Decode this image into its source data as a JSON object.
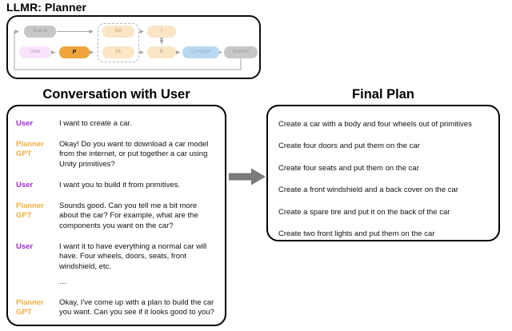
{
  "figure": {
    "title": "LLMR: Planner"
  },
  "diagram": {
    "nodes": {
      "scene": "Scene",
      "user": "User",
      "planner": "P",
      "scene_analyzer": "SA",
      "skill_library": "SL",
      "inspector": "I",
      "builder": "B",
      "compiler": "Compiler",
      "scene_new": "Scene*"
    }
  },
  "conversation": {
    "heading": "Conversation with User",
    "messages": [
      {
        "speaker": "User",
        "text": "I want to create a car."
      },
      {
        "speaker": "Planner GPT",
        "text": "Okay! Do you want to download a car model from the internet, or put together a car using Unity primitives?"
      },
      {
        "speaker": "User",
        "text": "I want you to build it from primitives."
      },
      {
        "speaker": "Planner GPT",
        "text": "Sounds good. Can you tell me a bit more about the car? For example, what are the components you want on the car?"
      },
      {
        "speaker": "User",
        "text": "I want it to have everything a normal car will have. Four wheels, doors, seats, front windshield, etc.",
        "ellipsis": "…"
      },
      {
        "speaker": "Planner GPT",
        "text": "Okay, I've come up with a plan to build the car you want. Can you see if it looks good to you?"
      }
    ]
  },
  "final_plan": {
    "heading": "Final Plan",
    "items": [
      "Create a car with a body and four wheels out of primitives",
      "Create four doors and put them on the car",
      "Create four seats and put them on the car",
      "Create a front windshield and a back cover on the car",
      "Create a spare tire and put it on the back of the car",
      "Create two front lights and put them on the car"
    ]
  },
  "colors": {
    "user-label": "#a32bd4",
    "planner-label": "#f5ad42",
    "node-orange": "#f0a53c",
    "node-peach": "#fae6c4",
    "node-peach-text": "#c3a06c",
    "node-blue": "#b9d9f2",
    "node-blue-text": "#8faecf",
    "node-gray": "#c7c7c7",
    "node-gray-text": "#999999",
    "node-purple": "#f7e4fa",
    "node-purple-text": "#b29ab8",
    "flow-arrow": "#a6a6a6",
    "plan-arrow": "#7a7a7a"
  }
}
